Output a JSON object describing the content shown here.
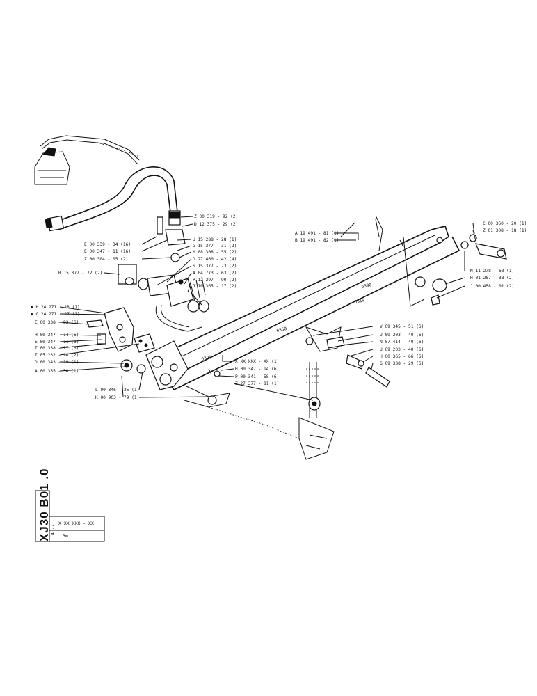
{
  "title_block": {
    "drawing_code": "XJ30 B01 .0",
    "sheet": "4.77",
    "ref": "X XX XXX - XX",
    "desc": "3m"
  },
  "callouts": {
    "z0031992": "Z 00 319 - 92 (2)",
    "d1237529": "D 12 375 - 29 (2)",
    "e0033934": "E 00 339 - 34 (16)",
    "e0034711a": "E 00 347 - 11 (16)",
    "z0030405": "Z 00 304 - 05 (2)",
    "u1528828": "U 15 288 - 28 (1)",
    "g1537731": "G 15 377 - 31 (2)",
    "m0830855": "M 08 308 - 55 (2)",
    "d2746042": "D 27 460 - 42 (4)",
    "s1537773": "S 15 377 - 73 (2)",
    "a0477363": "A 04 773 - 63 (2)",
    "p1229790": "P 12 297 - 90 (2)",
    "j1036517": "J 10 365 - 17 (2)",
    "r1537772": "R 15 377 - 72 (2)",
    "h2427128": "H 24 271 - 28 (1)",
    "g2427127": "G 24 271 - 27 (1)",
    "e0033883": "E 00 338 - 83 (6)",
    "h0034714a": "H 00 347 - 14 (6)",
    "e0034711b": "E 00 347 - 11 (6)",
    "t0033827": "T 00 338 - 27 (6)",
    "t0523290": "T 05 232 - 90 (2)",
    "d0034319": "D 00 343 - 19 (1)",
    "a0035558": "A 00 355 - 58 (1)",
    "a1949181": "A 19 491 - 81 (1)",
    "b1949182": "B 19 491 - 82 (1)",
    "c0036020": "C 00 360 - 20 (1)",
    "z0130818": "Z 01 308 - 18 (1)",
    "n1127863": "N 11 278 - 63 (1)",
    "h0128738": "H 01 287 - 38 (2)",
    "j0045801": "J 00 458 - 01 (2)",
    "v0934551": "V 09 345 - 51 (6)",
    "u0920340a": "U 09 203 - 40 (6)",
    "n0741440": "N 07 414 - 40 (6)",
    "u0920340b": "U 09 203 - 40 (6)",
    "h0036566": "H 00 365 - 66 (6)",
    "g0933829": "G 09 338 - 29 (6)",
    "xxxxxxx": "X XX XXX - XX (1)",
    "h0034714b": "H 00 347 - 14 (6)",
    "p0034158": "P 00 341 - 58 (6)",
    "z2737781": "Z 27 377 - 81 (1)",
    "l0034625": "L 00 346 - 25 (1)",
    "k0090379": "K 00 903 - 79 (1)"
  },
  "stamps": {
    "boom1": "6390",
    "boom2": "5319",
    "boom3": "6550",
    "boom4": "6390"
  }
}
